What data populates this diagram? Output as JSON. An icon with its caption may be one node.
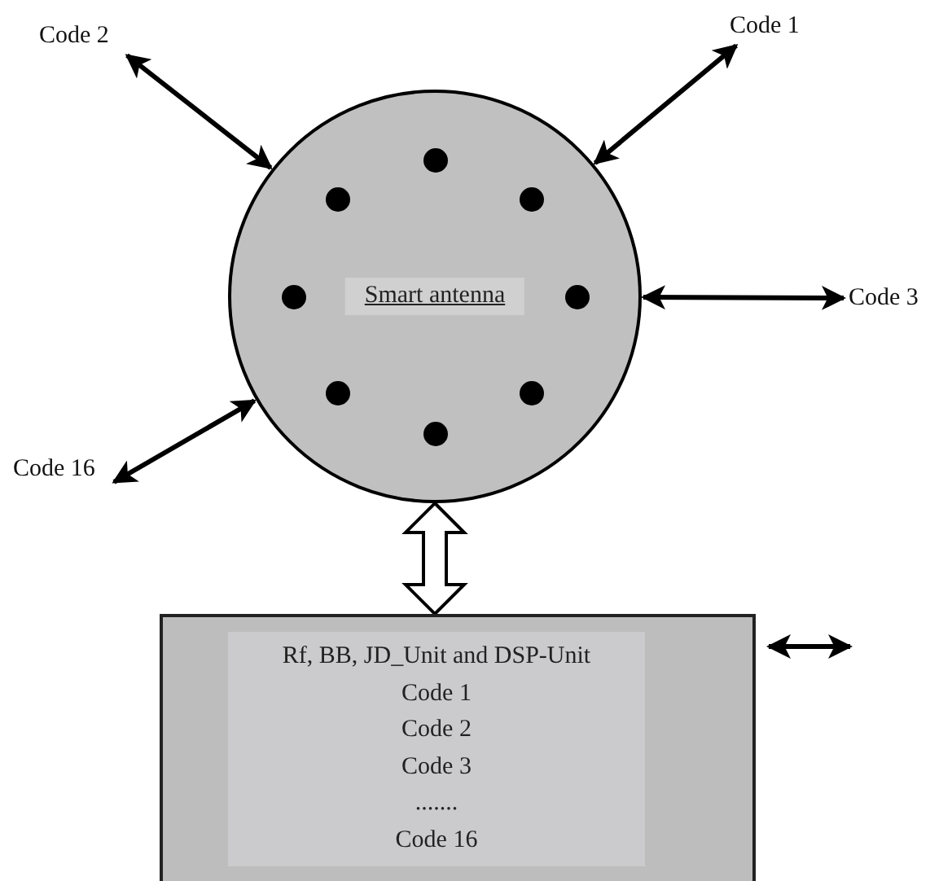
{
  "diagram": {
    "nodes": [
      {
        "text": [
          "Smart antenna"
        ]
      },
      {
        "text": [
          "Code 1"
        ]
      },
      {
        "text": [
          "Code 2"
        ]
      },
      {
        "text": [
          "Code 3"
        ]
      },
      {
        "text": [
          "Code 16"
        ]
      },
      {
        "text": [
          "Rf, BB, JD_Unit and DSP-Unit",
          "Code 1",
          "Code 2",
          "Code 3",
          ".......",
          "Code 16"
        ]
      }
    ],
    "edges": [
      {
        "from": 0,
        "to": 1,
        "arrow": "both"
      },
      {
        "from": 0,
        "to": 2,
        "arrow": "both"
      },
      {
        "from": 0,
        "to": 3,
        "arrow": "both"
      },
      {
        "from": 0,
        "to": 4,
        "arrow": "both"
      },
      {
        "from": 0,
        "to": 5,
        "arrow": "both",
        "style": "thick"
      },
      {
        "from": 5,
        "to": null,
        "arrow": "both"
      }
    ]
  }
}
